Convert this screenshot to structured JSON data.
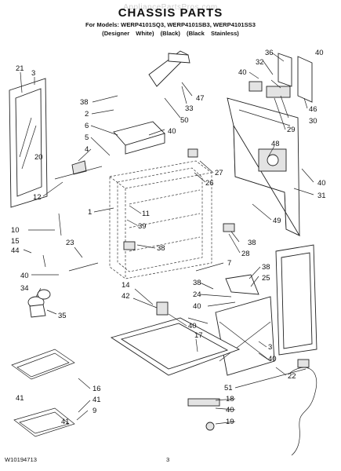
{
  "watermark": "AppliancePartsPros.com",
  "title": "CHASSIS PARTS",
  "models_line": "For Models: WERP4101SQ3, WERP4101SB3, WERP4101SS3",
  "variants_line": "(Designer White)      (Black)      (Black Stainless)",
  "footer": {
    "doc_number": "W10194713",
    "page": "3"
  },
  "callouts": [
    "21",
    "3",
    "20",
    "38",
    "2",
    "6",
    "5",
    "4",
    "12",
    "1",
    "10",
    "15",
    "44",
    "23",
    "40",
    "34",
    "35",
    "11",
    "39",
    "38",
    "14",
    "42",
    "40",
    "16",
    "41",
    "9",
    "41",
    "41",
    "36",
    "40",
    "32",
    "40",
    "46",
    "30",
    "29",
    "33",
    "47",
    "50",
    "40",
    "48",
    "27",
    "26",
    "40",
    "31",
    "49",
    "38",
    "28",
    "7",
    "38",
    "25",
    "38",
    "24",
    "40",
    "17",
    "3",
    "40",
    "22",
    "51",
    "18",
    "40",
    "19"
  ]
}
